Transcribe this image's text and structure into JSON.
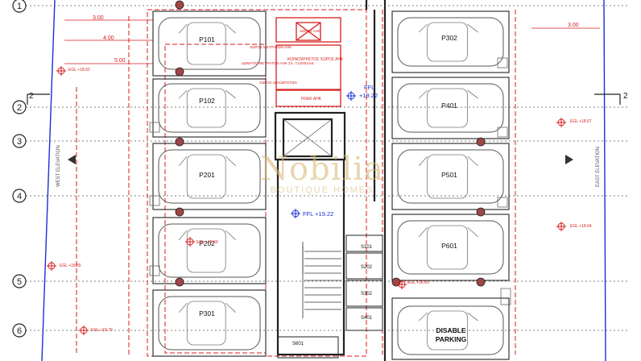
{
  "grid_labels": [
    "1",
    "2",
    "3",
    "4",
    "5",
    "6"
  ],
  "section_marks": {
    "left": "2",
    "right": "2"
  },
  "dimensions": [
    "3.00",
    "4.00",
    "5.00",
    "3.00"
  ],
  "parking_left": [
    "P101",
    "P102",
    "P201",
    "P202",
    "P301"
  ],
  "parking_right": [
    "P302",
    "P401",
    "P501",
    "P601"
  ],
  "disable_parking": [
    "DISABLE",
    "PARKING"
  ],
  "storage": [
    "S101",
    "S202",
    "S302",
    "S401",
    "S601"
  ],
  "rooms": {
    "meter1": "ΧΩΡΟΣ ΜΕΤΡΗΤΩΝ ΑΗΚ",
    "meter2": "ΔΩΜΑΤΙΟ ΜΕΤΡΗΤΩΝ ΑΗΚ ΣΧ. 714/001/AE",
    "common": "ΚΟΙΝΟΧΡΗΣΤΟΣ ΧΩΡΟΣ ΑΗΚ",
    "space": "ΧΩΡΟΣ ΔΙΑΧΩΡΙΣΤΩΝ",
    "elec": "ΗΛΕΚ ΑΗΚ",
    "top": "ΧΩΡΟΣ ΑΗΚ"
  },
  "ffl": [
    "FFL +19.22",
    "FFL",
    "+19.22"
  ],
  "elevations": {
    "west": "WEST ELEVATION",
    "east": "EAST ELEVATION"
  },
  "egl": [
    "EGL +18.62",
    "EGL +18.67",
    "EGL +18.65",
    "EGL +18.65",
    "EGL +18.64",
    "EGL +18.69",
    "EGL +18.70"
  ],
  "watermark": {
    "brand": "Nobilia",
    "sub": "BOUTIQUE HOMES"
  },
  "colors": {
    "wall": "#222222",
    "red": "#d81e1e",
    "blue": "#1c2fd8",
    "grid": "#555555"
  }
}
